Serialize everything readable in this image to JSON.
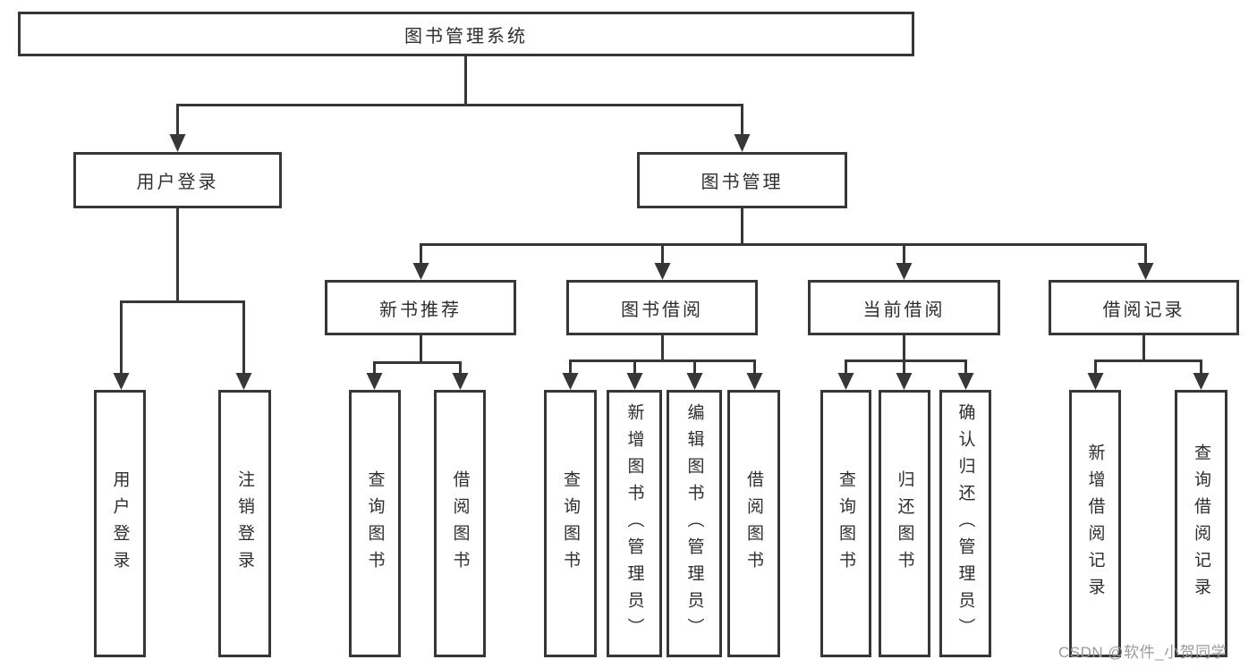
{
  "nodes": {
    "root": "图书管理系统",
    "user_login": "用户登录",
    "book_mgmt": "图书管理",
    "new_book_rec": "新书推荐",
    "book_borrow": "图书借阅",
    "current_borrow": "当前借阅",
    "borrow_record": "借阅记录",
    "leaf_user_login": "用户登录",
    "leaf_logout": "注销登录",
    "leaf_nb_query": "查询图书",
    "leaf_nb_borrow": "借阅图书",
    "leaf_bb_query": "查询图书",
    "leaf_bb_add": "新增图书（管理员）",
    "leaf_bb_edit": "编辑图书（管理员）",
    "leaf_bb_borrow": "借阅图书",
    "leaf_cb_query": "查询图书",
    "leaf_cb_return": "归还图书",
    "leaf_cb_confirm": "确认归还（管理员）",
    "leaf_br_add": "新增借阅记录",
    "leaf_br_query": "查询借阅记录"
  },
  "watermark": "CSDN @软件_小贺同学",
  "colors": {
    "line": "#373737",
    "box_border": "#373737",
    "text": "#2e2e2e",
    "watermark": "#9b9b9b",
    "background": "#ffffff"
  }
}
